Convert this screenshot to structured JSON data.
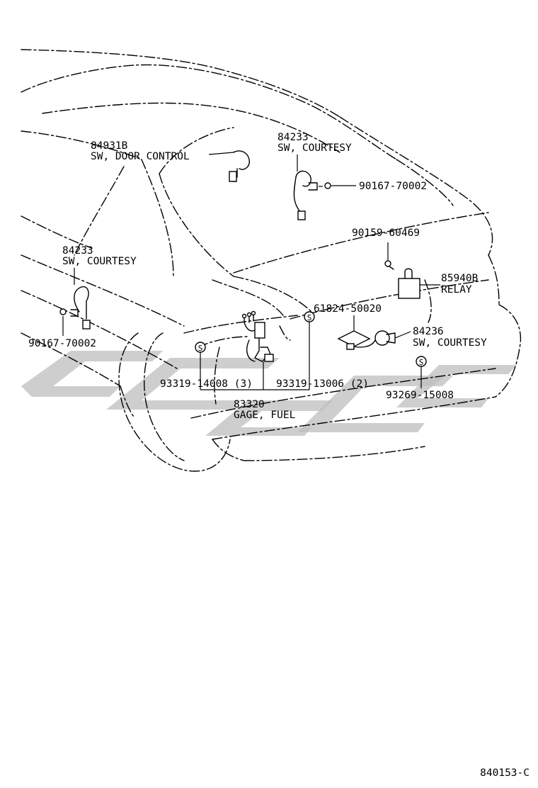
{
  "diagram": {
    "labels": {
      "p84931b_num": "84931B",
      "p84931b_name": "SW, DOOR CONTROL",
      "p84233_top_num": "84233",
      "p84233_top_name": "SW, COURTESY",
      "p90167_right": "90167-70002",
      "p90159": "90159-60469",
      "p84233_left_num": "84233",
      "p84233_left_name": "SW, COURTESY",
      "p85940b_num": "85940B",
      "p85940b_name": "RELAY",
      "p61824": "61824-50020",
      "p84236_num": "84236",
      "p84236_name": "SW, COURTESY",
      "p90167_left": "90167-70002",
      "p93319_14008": "93319-14008 (3)",
      "p93319_13006": "93319-13006 (2)",
      "p93269": "93269-15008",
      "p83320_num": "83320",
      "p83320_name": "GAGE, FUEL",
      "screw_mark": "S",
      "figure_id": "840153-C"
    }
  }
}
